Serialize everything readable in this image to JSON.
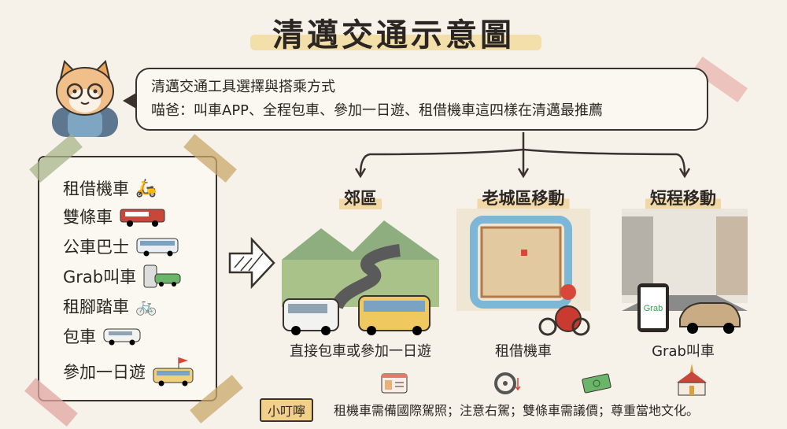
{
  "title": "清邁交通示意圖",
  "bubble": {
    "line1": "清邁交通工具選擇與搭乘方式",
    "line2": "喵爸：叫車APP、全程包車、參加一日遊、租借機車這四樣在清邁最推薦"
  },
  "transport_list": [
    {
      "label": "租借機車",
      "icon": "scooter-icon"
    },
    {
      "label": "雙條車",
      "icon": "songthaew-icon"
    },
    {
      "label": "公車巴士",
      "icon": "bus-icon"
    },
    {
      "label": "Grab叫車",
      "icon": "phone-car-icon"
    },
    {
      "label": "租腳踏車",
      "icon": "bicycle-icon"
    },
    {
      "label": "包車",
      "icon": "van-icon"
    },
    {
      "label": "參加一日遊",
      "icon": "tour-bus-icon"
    }
  ],
  "columns": [
    {
      "title": "郊區",
      "caption": "直接包車或參加一日遊"
    },
    {
      "title": "老城區移動",
      "caption": "租借機車"
    },
    {
      "title": "短程移動",
      "caption": "Grab叫車"
    }
  ],
  "tips": {
    "badge": "小叮嚀",
    "text": "租機車需備國際駕照；注意右駕；雙條車需議價；尊重當地文化。",
    "icons": [
      "id-card-icon",
      "steering-wheel-icon",
      "cash-icon",
      "temple-icon"
    ]
  },
  "phone_app_label": "Grab"
}
